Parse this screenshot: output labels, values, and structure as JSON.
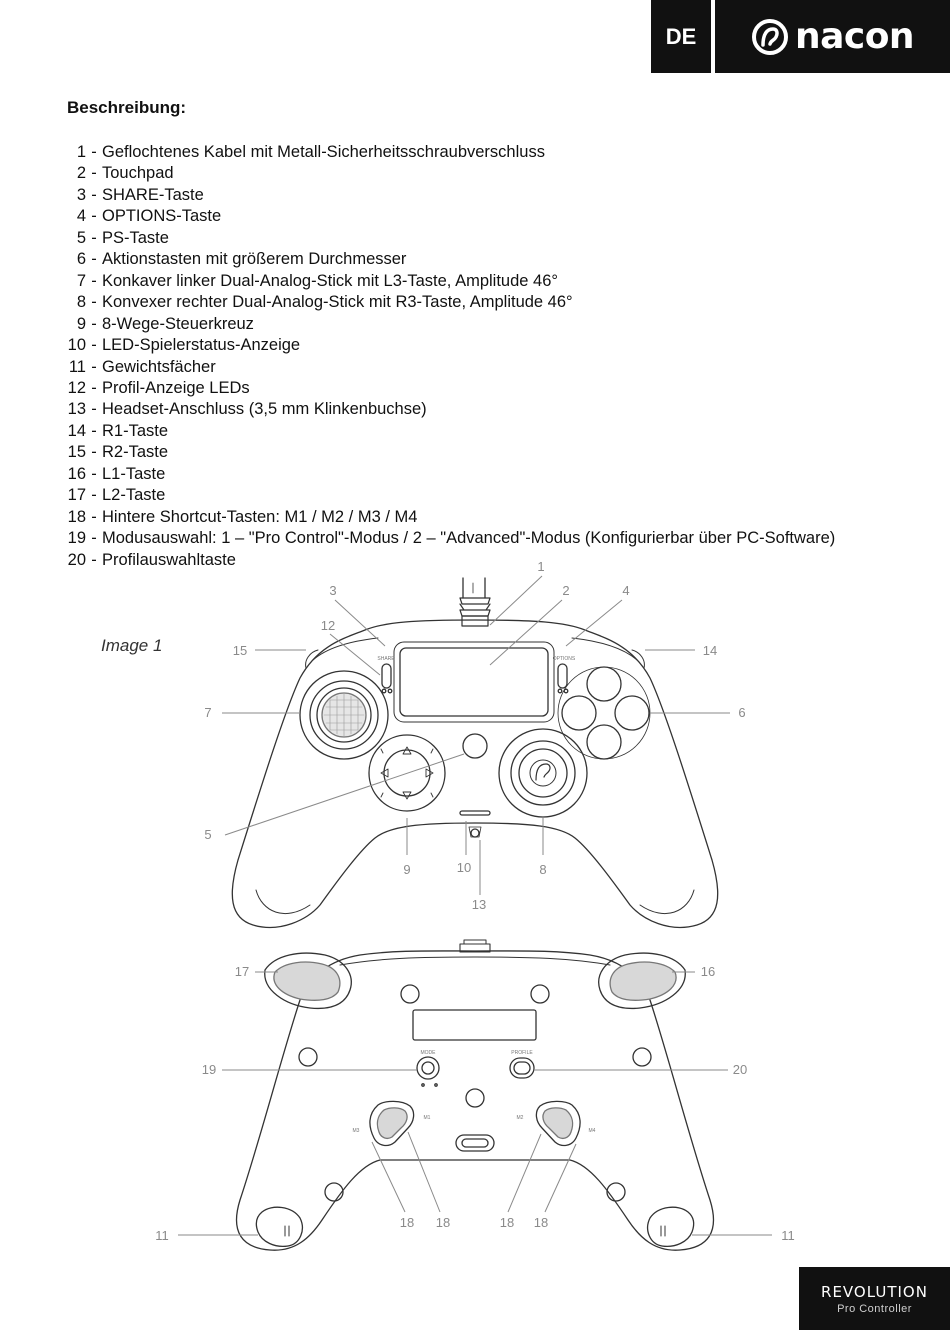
{
  "header": {
    "language": "DE",
    "brand": "nacon",
    "brand_icon": "nacon-logo-icon"
  },
  "description": {
    "title": "Beschreibung:",
    "items": [
      {
        "num": "1",
        "text": "Geflochtenes Kabel mit Metall-Sicherheitsschraubverschluss"
      },
      {
        "num": "2",
        "text": "Touchpad"
      },
      {
        "num": "3",
        "text": "SHARE-Taste"
      },
      {
        "num": "4",
        "text": "OPTIONS-Taste"
      },
      {
        "num": "5",
        "text": "PS-Taste"
      },
      {
        "num": "6",
        "text": "Aktionstasten mit größerem Durchmesser"
      },
      {
        "num": "7",
        "text": "Konkaver linker Dual-Analog-Stick mit L3-Taste, Amplitude 46°"
      },
      {
        "num": "8",
        "text": "Konvexer rechter Dual-Analog-Stick mit R3-Taste, Amplitude 46°"
      },
      {
        "num": "9",
        "text": "8-Wege-Steuerkreuz"
      },
      {
        "num": "10",
        "text": "LED-Spielerstatus-Anzeige"
      },
      {
        "num": "11",
        "text": "Gewichtsfächer"
      },
      {
        "num": "12",
        "text": "Profil-Anzeige LEDs"
      },
      {
        "num": "13",
        "text": "Headset-Anschluss (3,5 mm Klinkenbuchse)"
      },
      {
        "num": "14",
        "text": "R1-Taste"
      },
      {
        "num": "15",
        "text": "R2-Taste"
      },
      {
        "num": "16",
        "text": "L1-Taste"
      },
      {
        "num": "17",
        "text": "L2-Taste"
      },
      {
        "num": "18",
        "text": "Hintere Shortcut-Tasten: M1 / M2 / M3 / M4"
      },
      {
        "num": "19",
        "text": "Modusauswahl: 1 – \"Pro Control\"-Modus / 2 – \"Advanced\"-Modus (Konfigurierbar über PC-Software)"
      },
      {
        "num": "20",
        "text": "Profilauswahltaste"
      }
    ]
  },
  "figure": {
    "label": "Image 1",
    "front_callouts": [
      "1",
      "2",
      "3",
      "4",
      "12",
      "15",
      "14",
      "7",
      "6",
      "5",
      "9",
      "10",
      "8",
      "13"
    ],
    "back_callouts": [
      "17",
      "16",
      "19",
      "20",
      "11",
      "18",
      "18",
      "18",
      "18",
      "11"
    ],
    "button_labels": {
      "share": "SHARE",
      "options": "OPTIONS",
      "mode": "MODE",
      "profile": "PROFILE",
      "m1": "M1",
      "m2": "M2",
      "m3": "M3",
      "m4": "M4"
    }
  },
  "footer": {
    "line1": "REVOLUTION",
    "line2": "Pro Controller"
  }
}
